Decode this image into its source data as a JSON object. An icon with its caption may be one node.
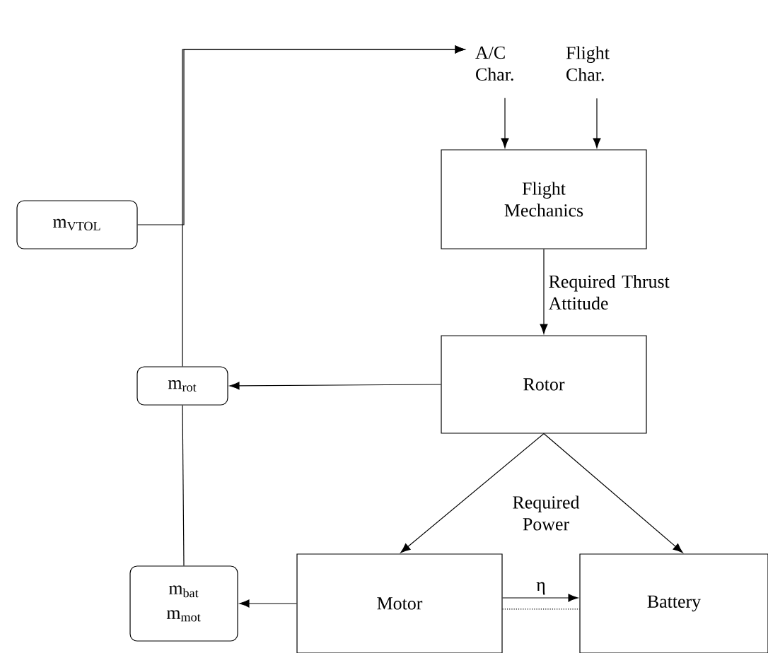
{
  "diagram": {
    "nodes": [
      {
        "text": [
          "A/C Char."
        ]
      },
      {
        "text": [
          "Flight Char."
        ]
      },
      {
        "text": [
          "Flight Mechanics"
        ]
      },
      {
        "text": [
          "Rotor"
        ]
      },
      {
        "text": [
          "Motor"
        ]
      },
      {
        "text": [
          "Battery"
        ]
      },
      {
        "text": [
          "m$_{VTOL}$"
        ]
      },
      {
        "text": [
          "m$_{rot}$"
        ]
      },
      {
        "text": [
          "m$_{bat}$",
          "m$_{mot}$"
        ]
      }
    ],
    "edges": [
      {
        "from": 0,
        "to": 2,
        "arrow": "to"
      },
      {
        "from": 1,
        "to": 2,
        "arrow": "to"
      },
      {
        "from": 2,
        "to": 3,
        "arrow": "to",
        "label": "Required Thrust Attitude"
      },
      {
        "from": 3,
        "to": 7,
        "arrow": "to"
      },
      {
        "from": 3,
        "to": 4,
        "arrow": "to"
      },
      {
        "from": 3,
        "to": 5,
        "arrow": "to"
      },
      {
        "from": 4,
        "to": 5,
        "arrow": "to",
        "label": "η"
      },
      {
        "from": 4,
        "to": 5,
        "arrow": "none",
        "style": "dashed"
      },
      {
        "from": 4,
        "to": 8,
        "arrow": "to"
      },
      {
        "from": 8,
        "to": 7,
        "arrow": "none"
      },
      {
        "from": 7,
        "to": 0,
        "arrow": "to"
      },
      {
        "from": 6,
        "to": 0,
        "arrow": "to"
      }
    ],
    "labels": [
      "Required Power"
    ]
  }
}
